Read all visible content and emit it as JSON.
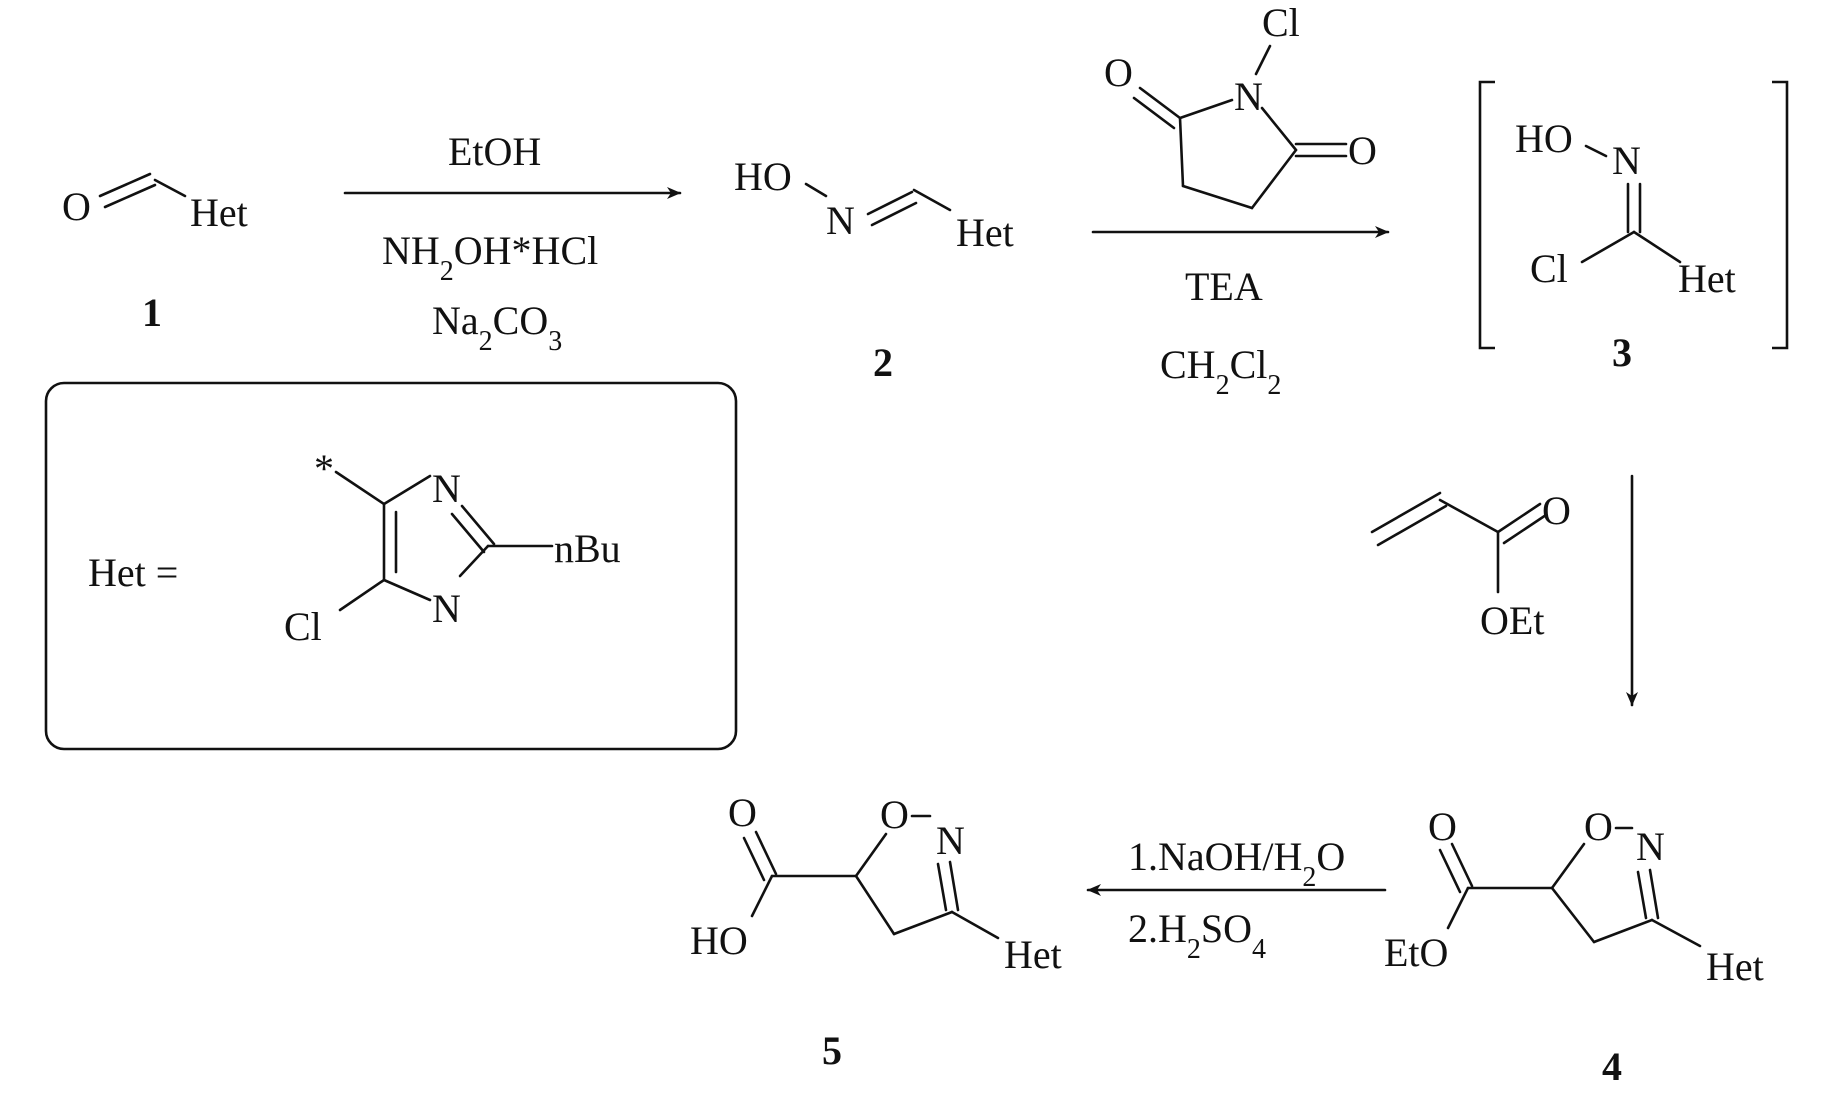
{
  "compounds": {
    "c1": {
      "number": "1",
      "O": "O",
      "R": "Het"
    },
    "c2": {
      "number": "2",
      "HO": "HO",
      "N": "N",
      "R": "Het"
    },
    "c3": {
      "number": "3",
      "HO": "HO",
      "N": "N",
      "Cl": "Cl",
      "R": "Het"
    },
    "c4": {
      "number": "4",
      "O_carbonyl": "O",
      "O_ring": "O",
      "N_ring": "N",
      "OEt": "EtO",
      "R": "Het"
    },
    "c5": {
      "number": "5",
      "O_carbonyl": "O",
      "O_ring": "O",
      "N_ring": "N",
      "OH": "HO",
      "R": "Het"
    }
  },
  "reagents": {
    "step1": {
      "above": "EtOH",
      "below1_a": "NH",
      "below1_sub": "2",
      "below1_b": "OH*HCl",
      "below2_a": "Na",
      "below2_sub": "2",
      "below2_b": "CO",
      "below2_sub2": "3"
    },
    "ncs": {
      "Cl": "Cl",
      "N": "N",
      "O1": "O",
      "O2": "O"
    },
    "step2": {
      "below1": "TEA",
      "below2_a": "CH",
      "below2_sub": "2",
      "below2_b": "Cl",
      "below2_sub2": "2"
    },
    "acrylate": {
      "O": "O",
      "OEt": "OEt"
    },
    "step4": {
      "line1_a": "1.NaOH/H",
      "line1_sub": "2",
      "line1_b": "O",
      "line2_a": "2.H",
      "line2_sub": "2",
      "line2_b": "SO",
      "line2_sub2": "4"
    }
  },
  "legend": {
    "het_label": "Het =",
    "star": "*",
    "N_top": "N",
    "N_bottom": "N",
    "substituent": "nBu",
    "Cl": "Cl"
  }
}
